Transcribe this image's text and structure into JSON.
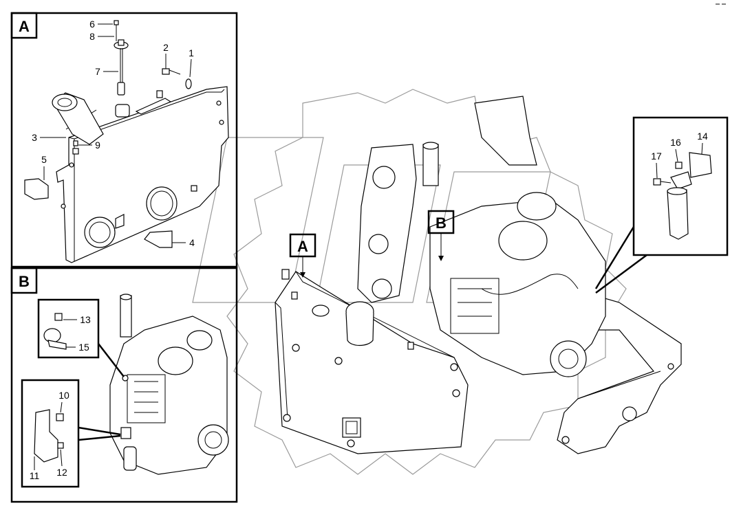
{
  "diagram": {
    "panel_a": {
      "label": "A",
      "callouts": [
        "6",
        "8",
        "2",
        "1",
        "7",
        "3",
        "9",
        "5",
        "4"
      ]
    },
    "panel_b": {
      "label": "B",
      "callouts": [
        "13",
        "15",
        "10",
        "11",
        "12"
      ]
    },
    "main_view": {
      "label_a": "A",
      "label_b": "B"
    },
    "inset_filter": {
      "callouts": [
        "14",
        "16",
        "17"
      ]
    }
  }
}
